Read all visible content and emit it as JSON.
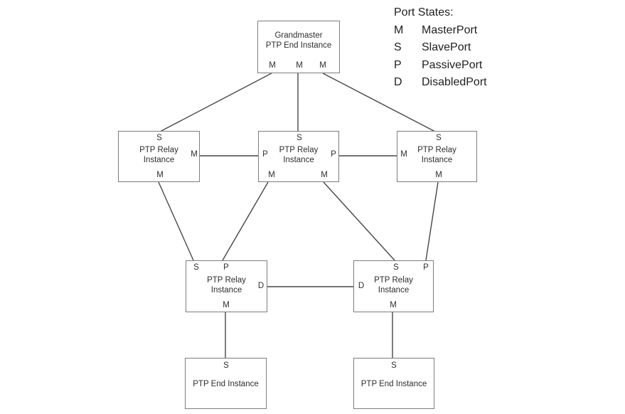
{
  "legend": {
    "title": "Port States:",
    "items": [
      {
        "abbr": "M",
        "name": "MasterPort"
      },
      {
        "abbr": "S",
        "name": "SlavePort"
      },
      {
        "abbr": "P",
        "name": "PassivePort"
      },
      {
        "abbr": "D",
        "name": "DisabledPort"
      }
    ]
  },
  "nodes": {
    "grandmaster": {
      "line1": "Grandmaster",
      "line2": "PTP End Instance",
      "ports": {
        "bottom_left": "M",
        "bottom_center": "M",
        "bottom_right": "M"
      }
    },
    "relay_top_left": {
      "line1": "PTP Relay",
      "line2": "Instance",
      "ports": {
        "top": "S",
        "right": "M",
        "bottom": "M"
      }
    },
    "relay_top_center": {
      "line1": "PTP Relay",
      "line2": "Instance",
      "ports": {
        "top": "S",
        "left": "P",
        "right": "P",
        "bottom_left": "M",
        "bottom_right": "M"
      }
    },
    "relay_top_right": {
      "line1": "PTP Relay",
      "line2": "Instance",
      "ports": {
        "top": "S",
        "left": "M",
        "bottom": "M"
      }
    },
    "relay_mid_left": {
      "line1": "PTP Relay",
      "line2": "Instance",
      "ports": {
        "top_left": "S",
        "top_center": "P",
        "right": "D",
        "bottom": "M"
      }
    },
    "relay_mid_right": {
      "line1": "PTP Relay",
      "line2": "Instance",
      "ports": {
        "top_center": "S",
        "top_right": "P",
        "left": "D",
        "bottom": "M"
      }
    },
    "end_left": {
      "line1": "PTP End Instance",
      "ports": {
        "top": "S"
      }
    },
    "end_right": {
      "line1": "PTP End Instance",
      "ports": {
        "top": "S"
      }
    }
  },
  "colors": {
    "box_border": "#7d7d7d",
    "connector_line": "#474747",
    "text": "#2d2d2d"
  }
}
